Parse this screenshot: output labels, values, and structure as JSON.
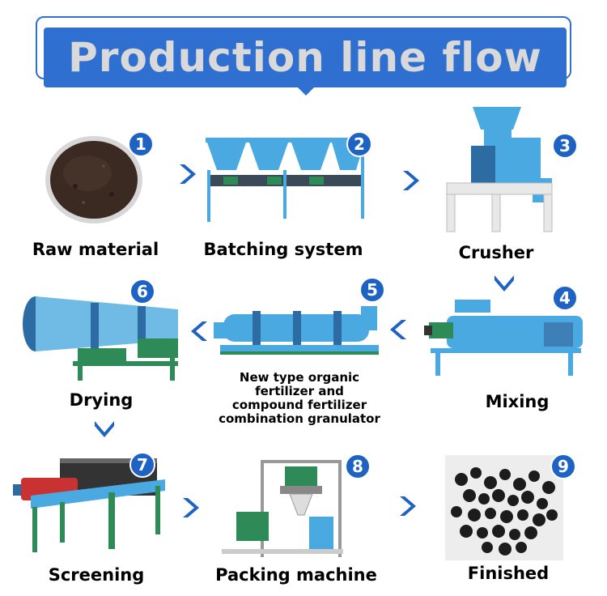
{
  "header": {
    "title": "Production line flow"
  },
  "steps": [
    {
      "number": "1",
      "label": "Raw material"
    },
    {
      "number": "2",
      "label": "Batching system"
    },
    {
      "number": "3",
      "label": "Crusher"
    },
    {
      "number": "4",
      "label": "Mixing"
    },
    {
      "number": "5",
      "label_lines": [
        "New type organic",
        "fertilizer and",
        "compound fertilizer",
        "combination granulator"
      ]
    },
    {
      "number": "6",
      "label": "Drying"
    },
    {
      "number": "7",
      "label": "Screening"
    },
    {
      "number": "8",
      "label": "Packing machine"
    },
    {
      "number": "9",
      "label": "Finished"
    }
  ],
  "colors": {
    "accent": "#2f6fd0",
    "badge": "#1e63c4",
    "machine_blue": "#4aa9e0"
  },
  "icons": {
    "arrow": "chevron-arrow-icon"
  }
}
